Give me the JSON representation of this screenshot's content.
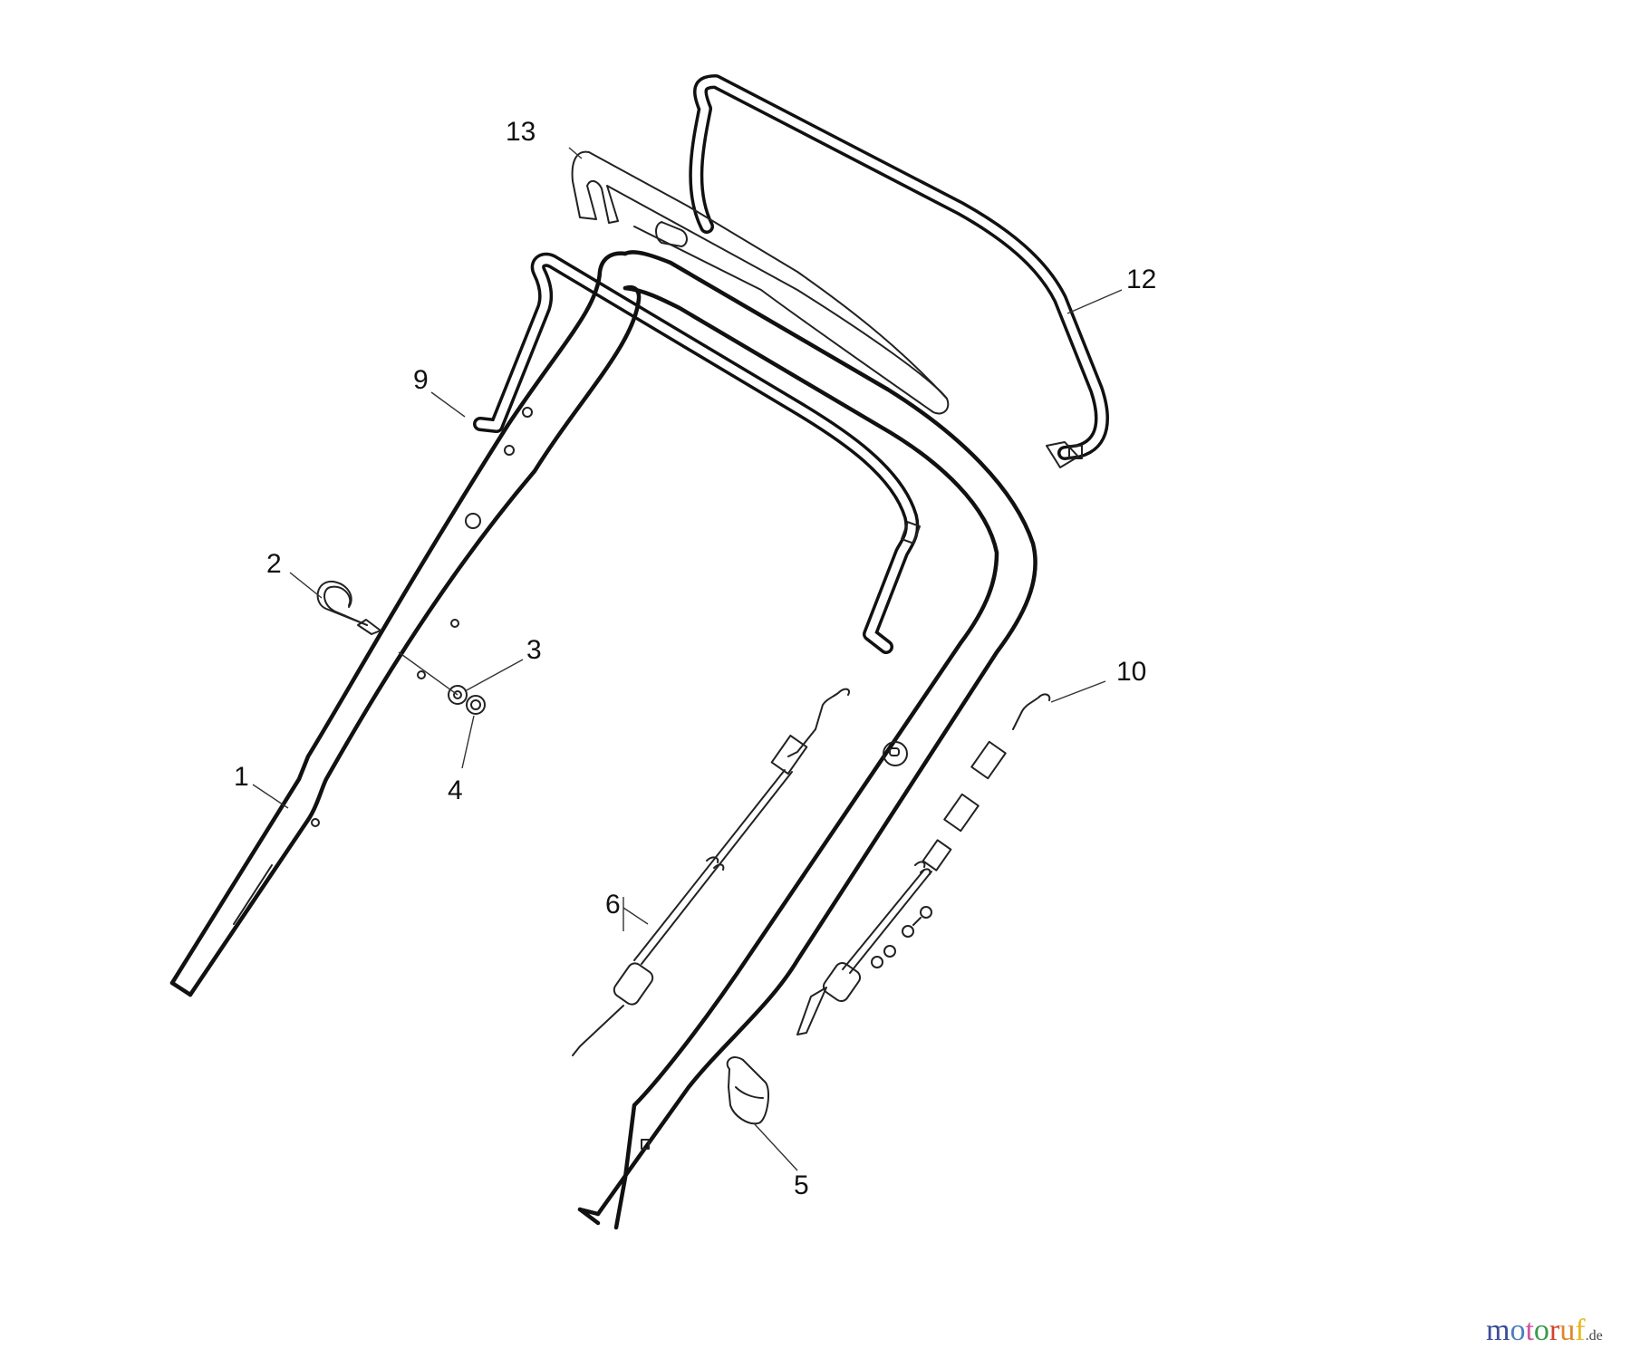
{
  "diagram": {
    "type": "exploded parts diagram",
    "subject": "lawn mower handle assembly with control cables",
    "background": "#ffffff",
    "line_color": "#111111",
    "labels": [
      {
        "id": "1",
        "text": "1",
        "part": "lower handle tube"
      },
      {
        "id": "2",
        "text": "2",
        "part": "hook bolt"
      },
      {
        "id": "3",
        "text": "3",
        "part": "washer"
      },
      {
        "id": "4",
        "text": "4",
        "part": "nut"
      },
      {
        "id": "5",
        "text": "5",
        "part": "cable clip"
      },
      {
        "id": "6",
        "text": "6",
        "part": "control cable"
      },
      {
        "id": "9",
        "text": "9",
        "part": "control bar"
      },
      {
        "id": "10",
        "text": "10",
        "part": "drive cable"
      },
      {
        "id": "12",
        "text": "12",
        "part": "drive control bar"
      },
      {
        "id": "13",
        "text": "13",
        "part": "handle grip cover"
      }
    ]
  },
  "watermark": {
    "letters": [
      {
        "ch": "m",
        "color": "#3b4a9a"
      },
      {
        "ch": "o",
        "color": "#4a7fc0"
      },
      {
        "ch": "t",
        "color": "#d0569a"
      },
      {
        "ch": "o",
        "color": "#3a9a4a"
      },
      {
        "ch": "r",
        "color": "#d0442c"
      },
      {
        "ch": "u",
        "color": "#e0862a"
      },
      {
        "ch": "f",
        "color": "#e8b820"
      }
    ],
    "suffix": ".de"
  }
}
